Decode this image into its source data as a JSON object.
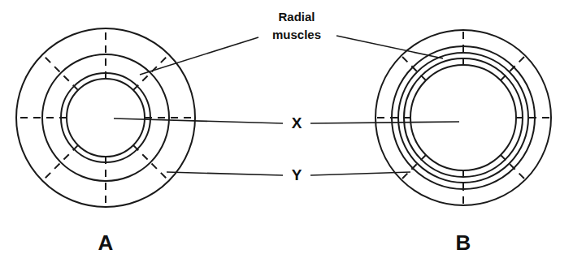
{
  "diagram": {
    "labels": [
      "Radial muscles",
      "X",
      "Y",
      "A",
      "B"
    ]
  }
}
